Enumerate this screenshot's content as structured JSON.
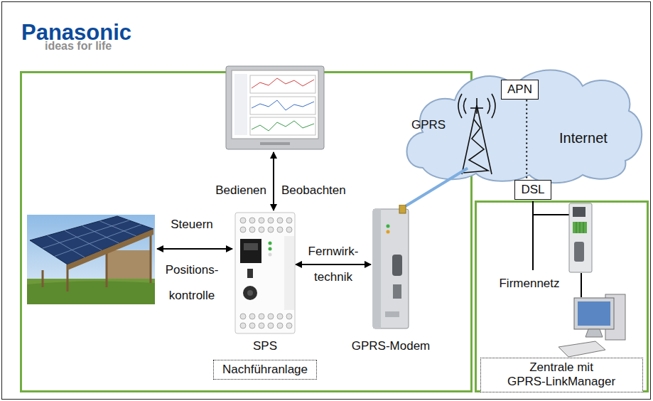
{
  "diagram": {
    "nodes": [
      {
        "text": [
          "Nachführanlage"
        ]
      },
      {
        "text": [
          "SPS"
        ],
        "in": 0
      },
      {
        "text": [
          "GPRS-Modem"
        ],
        "in": 0
      },
      {
        "text": [
          "GPRS",
          "Internet"
        ]
      },
      {
        "text": [
          "APN"
        ],
        "in": 3
      },
      {
        "text": [
          "DSL"
        ]
      },
      {
        "text": [
          "Zentrale mit GPRS-LinkManager"
        ]
      }
    ],
    "edges": [
      {
        "from": 1,
        "to": 2,
        "arrow": "both",
        "label": "Fernwirk- technik"
      },
      {
        "from": 2,
        "to": 3,
        "arrow": "none"
      },
      {
        "from": 4,
        "to": 5,
        "arrow": "none"
      }
    ],
    "labels": [
      "Panasonic",
      "ideas for life",
      "Bedienen",
      "Beobachten",
      "Steuern",
      "Positions- kontrolle",
      "Firmennetz"
    ]
  }
}
